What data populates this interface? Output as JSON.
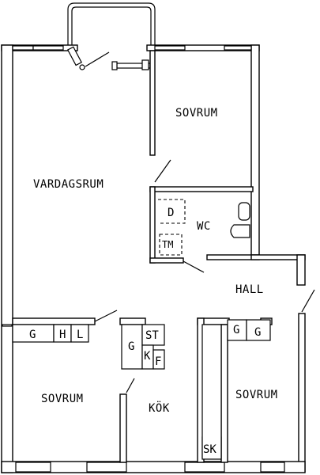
{
  "rooms": {
    "living": "VARDAGSRUM",
    "bedroom_top": "SOVRUM",
    "wc": "WC",
    "hall": "HALL",
    "bedroom_left": "SOVRUM",
    "kitchen": "KÖK",
    "bedroom_right": "SOVRUM"
  },
  "appliances": {
    "bath_d": "D",
    "bath_tm": "TM",
    "bedroom_g": "G",
    "bedroom_h": "H",
    "bedroom_l": "L",
    "kitchen_g": "G",
    "kitchen_st": "ST",
    "kitchen_k": "K",
    "kitchen_f": "F",
    "kitchen_sk": "SK",
    "right_g1": "G",
    "right_g2": "G"
  }
}
